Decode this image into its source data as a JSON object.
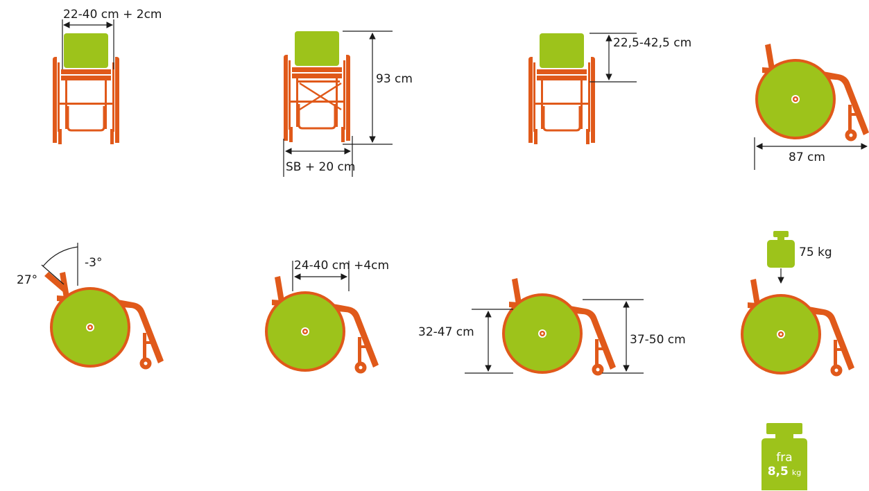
{
  "colors": {
    "seat_green": "#9dc31b",
    "frame_orange": "#e0591a",
    "line": "#1a1a1a"
  },
  "panels": {
    "front_width": {
      "label": "22-40 cm + 2cm"
    },
    "front_height": {
      "label_height": "93 cm",
      "label_width": "SB + 20 cm"
    },
    "front_back_height": {
      "label": "22,5-42,5 cm"
    },
    "side_length": {
      "label": "87 cm"
    },
    "side_angle": {
      "label_angle": "27°",
      "label_camber": "-3°"
    },
    "side_depth": {
      "label": "24-40 cm +4cm"
    },
    "side_seat_heights": {
      "label_rear": "32-47 cm",
      "label_front": "37-50 cm"
    },
    "side_load": {
      "label": "75 kg",
      "icon": "weight-icon"
    },
    "chair_weight": {
      "label_prefix": "fra",
      "label_value": "8,5",
      "label_unit": "kg",
      "icon": "weight-icon"
    }
  }
}
